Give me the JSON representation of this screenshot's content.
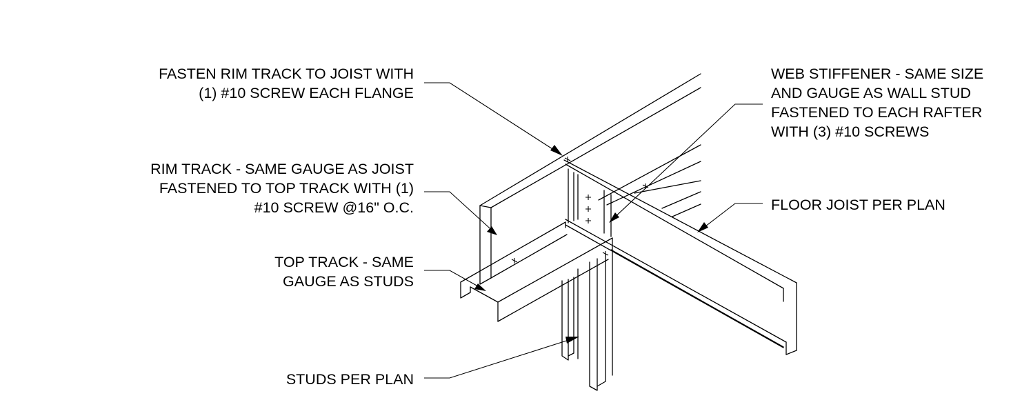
{
  "callouts": {
    "fasten_rim": {
      "lines": [
        "FASTEN RIM TRACK TO JOIST WITH",
        "(1) #10 SCREW EACH FLANGE"
      ]
    },
    "rim_track": {
      "lines": [
        "RIM TRACK - SAME GAUGE AS JOIST",
        "FASTENED TO TOP TRACK WITH (1)",
        "#10 SCREW @16\" O.C."
      ]
    },
    "top_track": {
      "lines": [
        "TOP TRACK - SAME",
        "GAUGE AS STUDS"
      ]
    },
    "studs": {
      "lines": [
        "STUDS PER PLAN"
      ]
    },
    "web_stiffener": {
      "lines": [
        "WEB STIFFENER - SAME SIZE",
        "AND GAUGE AS WALL STUD",
        "FASTENED TO EACH RAFTER",
        "WITH (3) #10 SCREWS"
      ]
    },
    "floor_joist": {
      "lines": [
        "FLOOR JOIST PER PLAN"
      ]
    }
  },
  "colors": {
    "line": "#000000",
    "background": "#ffffff"
  }
}
